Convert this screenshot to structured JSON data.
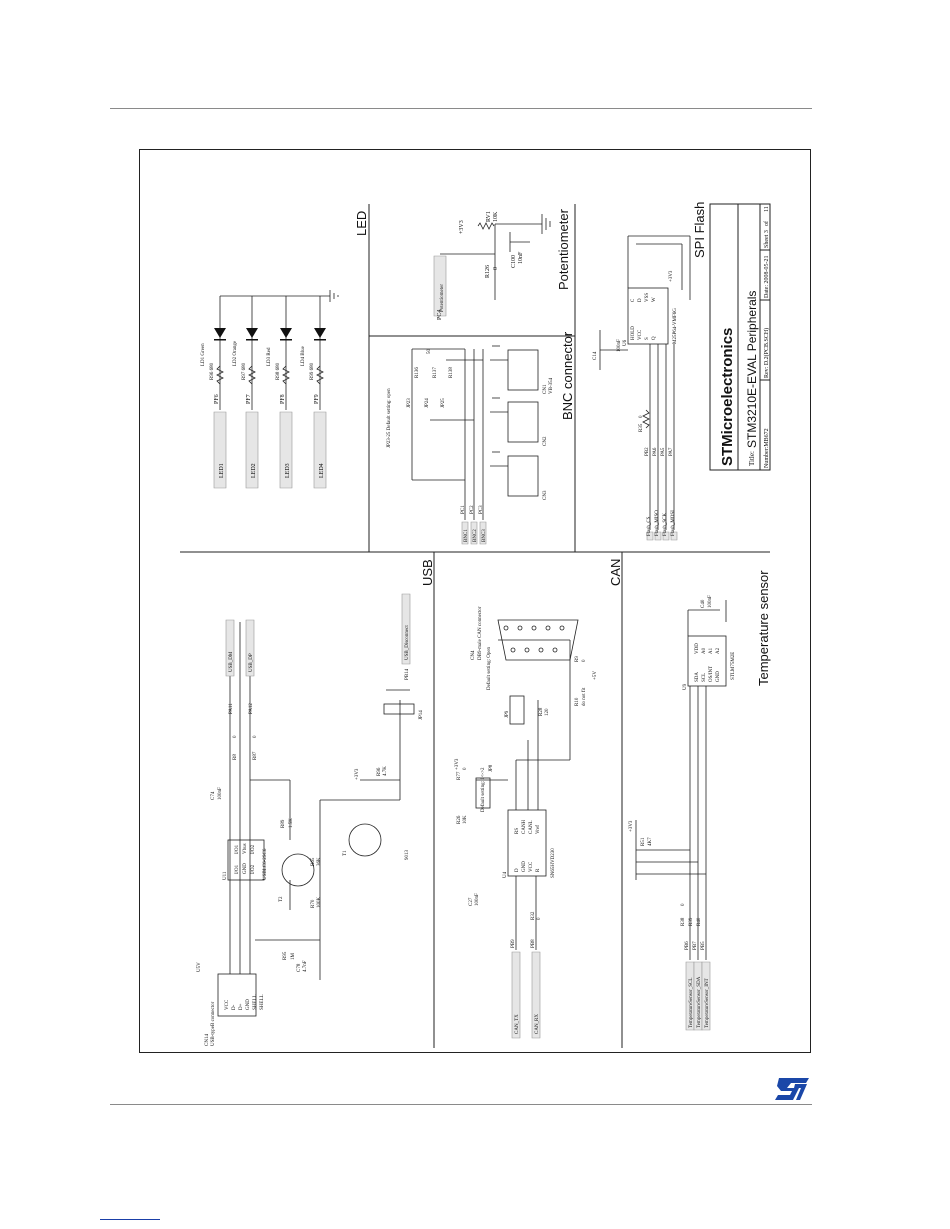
{
  "sections": {
    "led": "LED",
    "potentiometer": "Potentiometer",
    "bnc": "BNC connector",
    "spi": "SPI Flash",
    "usb": "USB",
    "can": "CAN",
    "temp": "Temperature sensor"
  },
  "title_block": {
    "company": "STMicroelectronics",
    "title_label": "Title:",
    "title": "STM3210E-EVAL Peripherals",
    "number": "Number:MB672",
    "rev": "Rev: D.2(PCB.SCH)",
    "date": "Date: 2008-05-21",
    "sheet": "Sheet 3",
    "of": "of",
    "sheet_total": "11"
  },
  "led": {
    "nets": [
      "LED1",
      "LED2",
      "LED3",
      "LED4"
    ],
    "pins": [
      "PF6",
      "PF7",
      "PF8",
      "PF9"
    ],
    "resistors": [
      "R96\n680",
      "R97\n680",
      "R98\n680",
      "R99\n680"
    ],
    "leds": [
      "LD1\nGreen",
      "LD2\nOrange",
      "LD3\nRed",
      "LD4\nBlue"
    ]
  },
  "pot": {
    "net": "Potentiometer",
    "pin": "PC4",
    "resistor": "R126",
    "resistor_val": "0",
    "cap": "C100",
    "cap_val": "10nF",
    "rv": "RV1",
    "rv_val": "10K",
    "supply": "+3V3"
  },
  "bnc": {
    "nets": [
      "BNC1",
      "BNC2",
      "BNC3"
    ],
    "pins": [
      "PC1",
      "PC2",
      "PC3"
    ],
    "note": "JP23-25 Default setting: open",
    "jumpers": [
      "JP23",
      "JP24",
      "JP25"
    ],
    "resistors": [
      "R136",
      "R137",
      "R138"
    ],
    "res_val": "50",
    "connectors": [
      "CN1",
      "CN2",
      "CN3"
    ],
    "conn_part": "VB-354"
  },
  "spi": {
    "nets": [
      "Flash_CS",
      "Flash_MISO",
      "Flash_SCK",
      "Flash_MOSI"
    ],
    "pins": [
      "PB2",
      "PA6",
      "PA5",
      "PA7"
    ],
    "resistor": "R35",
    "res_val": "0",
    "cap": "C14",
    "cap_val": "100nF",
    "ic": "U6",
    "ic_part": "M25P64-VMF6G",
    "ic_pins": [
      "HOLD",
      "VCC",
      "S",
      "Q",
      "C",
      "D",
      "VSS",
      "W"
    ],
    "supply": "+3V3"
  },
  "usb": {
    "nets": [
      "USB_DM",
      "USB_DP",
      "USB_Disconnect"
    ],
    "pins": [
      "PA11",
      "PA12",
      "PB14"
    ],
    "connector": "CN14",
    "conn_desc": "USB-typeB connector",
    "conn_pins": [
      "VCC",
      "D-",
      "D+",
      "GND",
      "SHELL",
      "SHELL"
    ],
    "ic": "U11",
    "ic_part": "USBLC6-2SC6",
    "ic_pins": [
      "I/O1",
      "GND",
      "I/O2",
      "I/O1",
      "Vbus",
      "I/O2"
    ],
    "r": [
      "R8",
      "R87",
      "R89",
      "R65",
      "R70",
      "R95",
      "R96"
    ],
    "r_vals": [
      "0",
      "0",
      "1.5K",
      "36K",
      "100K",
      "1M",
      "4.7K"
    ],
    "caps": [
      "C74",
      "C78"
    ],
    "cap_vals": [
      "100nF",
      "4.7nF"
    ],
    "transistors": [
      "T2",
      "T1"
    ],
    "t_part": "9013",
    "jumper": "JP14",
    "supplies": [
      "U5V",
      "+3V3"
    ]
  },
  "can": {
    "nets": [
      "CAN_TX",
      "CAN_RX"
    ],
    "pins": [
      "PB9",
      "PB8"
    ],
    "connector": "CN4",
    "conn_desc": "DB9-male CAN connector",
    "ic": "U4",
    "ic_part": "SN65HVD230",
    "ic_pins": [
      "D",
      "GND",
      "VCC",
      "R",
      "RS",
      "CANH",
      "CANL",
      "Vref"
    ],
    "cap": "C27",
    "cap_val": "100nF",
    "jumpers": [
      "JP8",
      "JP9"
    ],
    "jp8_note": "Default setting: 1<->2",
    "jp9_note": "Default setting: Open",
    "r": [
      "R32",
      "R26",
      "R77",
      "R28",
      "R10",
      "R9"
    ],
    "r_vals": [
      "0",
      "10K",
      "0",
      "120",
      "do not fit",
      "0"
    ],
    "supplies": [
      "+3V3",
      "+5V"
    ]
  },
  "temp": {
    "nets": [
      "TemperatureSensor_SCL",
      "TemperatureSensor_SDA",
      "TemperatureSensor_INT"
    ],
    "pins": [
      "PB6",
      "PB7",
      "PB5"
    ],
    "r": [
      "R38",
      "R39",
      "R40"
    ],
    "r_val": "0",
    "rpull": "R51",
    "rpull_val": "4K7",
    "ic": "U9",
    "ic_part": "STLM75M2E",
    "ic_pins": [
      "SDA",
      "SCL",
      "OS/INT",
      "GND",
      "VDD",
      "A0",
      "A1",
      "A2"
    ],
    "cap": "C40",
    "cap_val": "100nF",
    "supply": "+3V3"
  }
}
